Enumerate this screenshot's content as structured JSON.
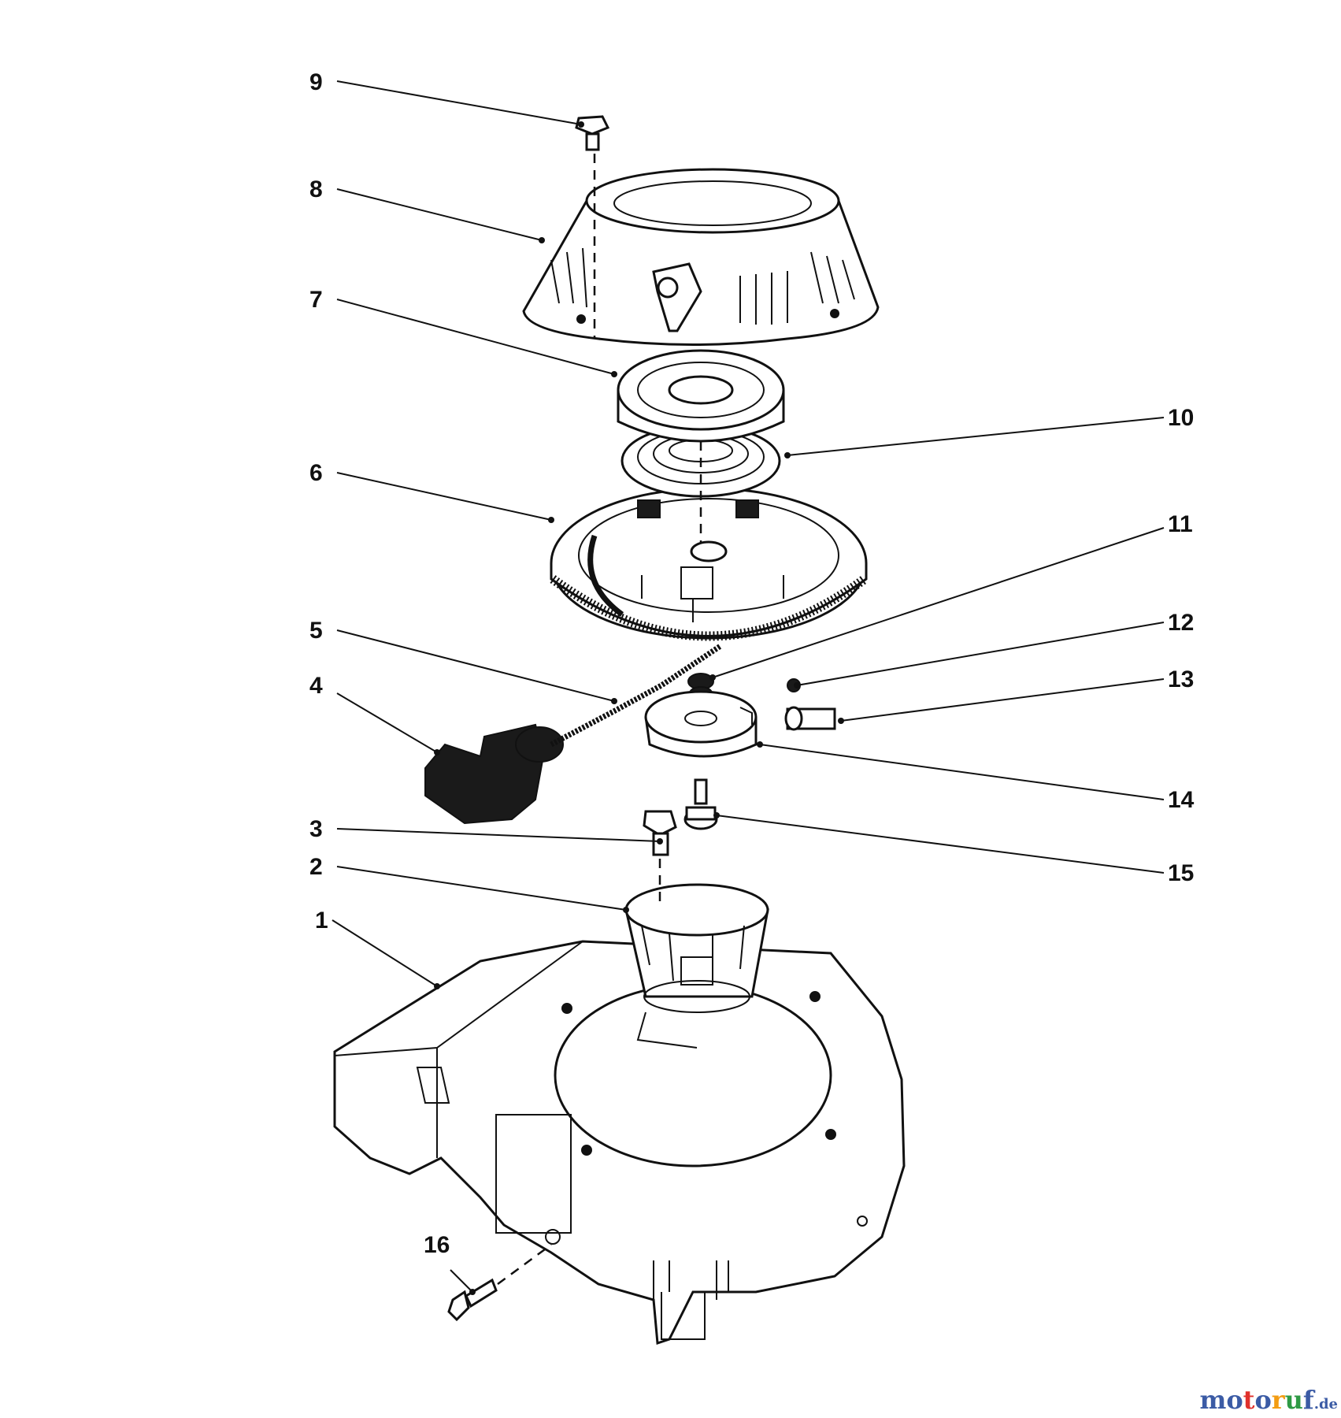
{
  "callouts": [
    "1",
    "2",
    "3",
    "4",
    "5",
    "6",
    "7",
    "8",
    "9",
    "10",
    "11",
    "12",
    "13",
    "14",
    "15",
    "16"
  ],
  "watermark": {
    "letters": [
      "m",
      "o",
      "t",
      "o",
      "r",
      "u",
      "f"
    ],
    "colors": [
      "#3b5ba5",
      "#3b5ba5",
      "#e0312c",
      "#3b5ba5",
      "#f39c12",
      "#2e9a44",
      "#3b5ba5"
    ],
    "suffix": ".de"
  }
}
